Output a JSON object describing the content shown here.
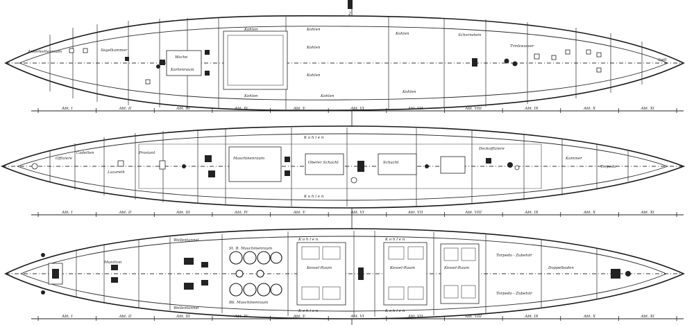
{
  "sheet_number": "2",
  "decks": [
    {
      "id": "upper",
      "abschnitte": [
        "Abt. I",
        "Abt. II",
        "Abt. III",
        "Abt. IV",
        "Abt. V",
        "Abt. VI",
        "Abt. VII",
        "Abt. VIII",
        "Abt. IX",
        "Abt. X",
        "Abt. XI"
      ],
      "labels": {
        "kohlen_1": "Kohlen",
        "kohlen_2": "Kohlen",
        "kohlen_3": "Kohlen",
        "kohlen_4": "Kohlen",
        "kohlen_5": "Kohlen",
        "kohlen_6": "Kohlen",
        "kohlen_7": "Kohlen",
        "kohlen_8": "Kohlen",
        "schornstein": "Schornstein",
        "kartenraum": "Kartenraum",
        "wache": "Wache",
        "trinkwasser": "Trinkwasser",
        "ankerkettenraum": "Ankerkettenraum",
        "segelkammer": "Segelkammer",
        "spill": "Spill"
      }
    },
    {
      "id": "middle",
      "abschnitte": [
        "Abt. I",
        "Abt. II",
        "Abt. III",
        "Abt. IV",
        "Abt. V",
        "Abt. VI",
        "Abt. VII",
        "Abt. VIII",
        "Abt. IX",
        "Abt. X",
        "Abt. XI"
      ],
      "labels": {
        "kohlen_top": "K o h l e n",
        "kohlen_bottom": "K o h l e n",
        "maschinenraum": "Maschinenraum",
        "oberer_schacht": "Oberer Schacht",
        "schacht": "Schacht",
        "offiziere": "Offiziere",
        "lazareth": "Lazareth",
        "proviant": "Proviant",
        "cadetten": "Cadetten",
        "deckoffiziere": "Deckoffiziere",
        "kammer": "Kammer",
        "torpedo": "Torpedo"
      }
    },
    {
      "id": "lower",
      "abschnitte": [
        "Abt. I",
        "Abt. II",
        "Abt. III",
        "Abt. IV",
        "Abt. V",
        "Abt. VI",
        "Abt. VII",
        "Abt. VIII",
        "Abt. IX",
        "Abt. X",
        "Abt. XI"
      ],
      "labels": {
        "kohlen_top_1": "K o h l e n",
        "kohlen_top_2": "K o h l e n",
        "kohlen_bot_1": "K o h l e n",
        "kohlen_bot_2": "K o h l e n",
        "kesselraum_1": "Kessel-Raum",
        "kesselraum_2": "Kessel-Raum",
        "kesselraum_3": "Kessel-Raum",
        "maschinenraum": "St. B. Maschinenraum",
        "maschinenraum_2": "Bb. Maschinenraum",
        "munition": "Munition",
        "torpedo_1": "Torpedo - Zubehör",
        "torpedo_2": "Torpedo - Zubehör",
        "wellentunnel_1": "Wellentunnel",
        "wellentunnel_2": "Wellentunnel",
        "doppelboden": "Doppelboden"
      }
    }
  ]
}
